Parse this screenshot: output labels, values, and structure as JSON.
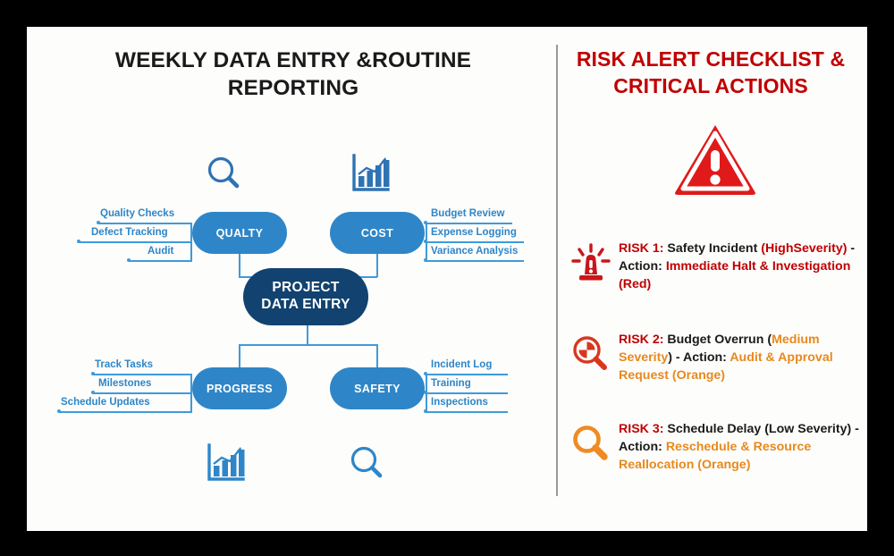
{
  "left_panel": {
    "title": "WEEKLY DATA ENTRY &ROUTINE REPORTING",
    "center_node": {
      "line1": "PROJECT",
      "line2": "DATA ENTRY"
    },
    "branches": [
      {
        "id": "quality",
        "label": "QUALTY",
        "icon": "magnifier-icon",
        "side": "left",
        "leaves": [
          "Quality Checks",
          "Defect Tracking",
          "Audit"
        ]
      },
      {
        "id": "cost",
        "label": "COST",
        "icon": "bar-chart-icon",
        "side": "right",
        "leaves": [
          "Budget Review",
          "Expense Logging",
          "Variance Analysis"
        ]
      },
      {
        "id": "progress",
        "label": "PROGRESS",
        "icon": "bar-chart-icon",
        "side": "left",
        "leaves": [
          "Track Tasks",
          "Milestones",
          "Schedule Updates"
        ]
      },
      {
        "id": "safety",
        "label": "SAFETY",
        "icon": "magnifier-icon",
        "side": "right",
        "leaves": [
          "Incident Log",
          "Training",
          "Inspections"
        ]
      }
    ],
    "colors": {
      "branch_node": "#2e86c8",
      "center_node": "#12426f",
      "connector": "#3f9ada",
      "label_text": "#2e86c8"
    }
  },
  "right_panel": {
    "title": "RISK ALERT CHECKLIST & CRITICAL ACTIONS",
    "title_color": "#c00000",
    "header_icon": "warning-triangle-icon",
    "risks": [
      {
        "icon": "siren-beacon-icon",
        "icon_color": "#c9161b",
        "segments": [
          {
            "text": "RISK 1:",
            "color": "red"
          },
          {
            "text": " Safety Incident ",
            "color": "dark"
          },
          {
            "text": "(HighSeverity)",
            "color": "red"
          },
          {
            "text": " - Action: ",
            "color": "dark"
          },
          {
            "text": "Immediate Halt & Investigation (Red)",
            "color": "red"
          }
        ]
      },
      {
        "icon": "clock-magnifier-icon",
        "icon_color": "#d9361f",
        "segments": [
          {
            "text": "RISK 2:",
            "color": "red"
          },
          {
            "text": " Budget Overrun ",
            "color": "dark"
          },
          {
            "text": "(",
            "color": "dark"
          },
          {
            "text": "Medium Severity",
            "color": "orange"
          },
          {
            "text": ") - Action: ",
            "color": "dark"
          },
          {
            "text": "Audit & Approval Request (Orange)",
            "color": "orange"
          }
        ]
      },
      {
        "icon": "magnifier-icon",
        "icon_color": "#ef8b22",
        "segments": [
          {
            "text": "RISK 3:",
            "color": "red"
          },
          {
            "text": " Schedule Delay (Low Severity) - Action: ",
            "color": "dark"
          },
          {
            "text": "Reschedule & Resource Reallocation (Orange)",
            "color": "orange"
          }
        ]
      }
    ],
    "colors": {
      "red": "#c00000",
      "orange": "#e8891c",
      "dark": "#1a1a1a"
    }
  }
}
